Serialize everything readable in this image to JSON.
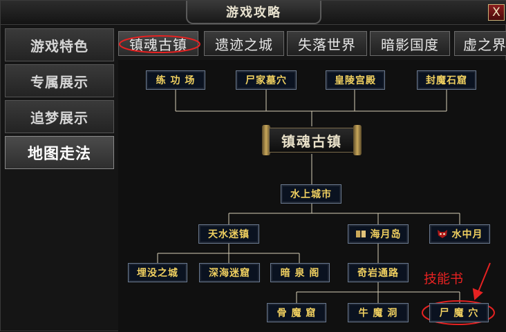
{
  "window": {
    "title": "游戏攻略",
    "close_label": "X"
  },
  "sidebar": {
    "items": [
      {
        "label": "游戏特色"
      },
      {
        "label": "专属展示"
      },
      {
        "label": "追梦展示"
      },
      {
        "label": "地图走法",
        "active": true
      }
    ]
  },
  "tabs": [
    {
      "label": "镇魂古镇",
      "active": true
    },
    {
      "label": "遗迹之城"
    },
    {
      "label": "失落世界"
    },
    {
      "label": "暗影国度"
    },
    {
      "label": "虚之界"
    }
  ],
  "map": {
    "top": [
      "练 功 场",
      "尸家墓穴",
      "皇陵宫殿",
      "封魔石窟"
    ],
    "center": "镇魂古镇",
    "city": "水上城市",
    "level2": [
      "天水迷镇",
      "海月岛",
      "水中月"
    ],
    "level3_left": [
      "埋没之城",
      "深海迷窟",
      "暗 泉 阁"
    ],
    "level3_right": "奇岩通路",
    "level4": [
      "骨 魔 窟",
      "牛 魔 洞",
      "尸 魔 穴"
    ]
  },
  "annotation": {
    "text": "技能书",
    "color": "#e62222"
  },
  "colors": {
    "node_text": "#f0d060",
    "line": "#d8d0b8",
    "highlight": "#e62222"
  },
  "icons": [
    "book-icon",
    "demon-mask-icon"
  ]
}
